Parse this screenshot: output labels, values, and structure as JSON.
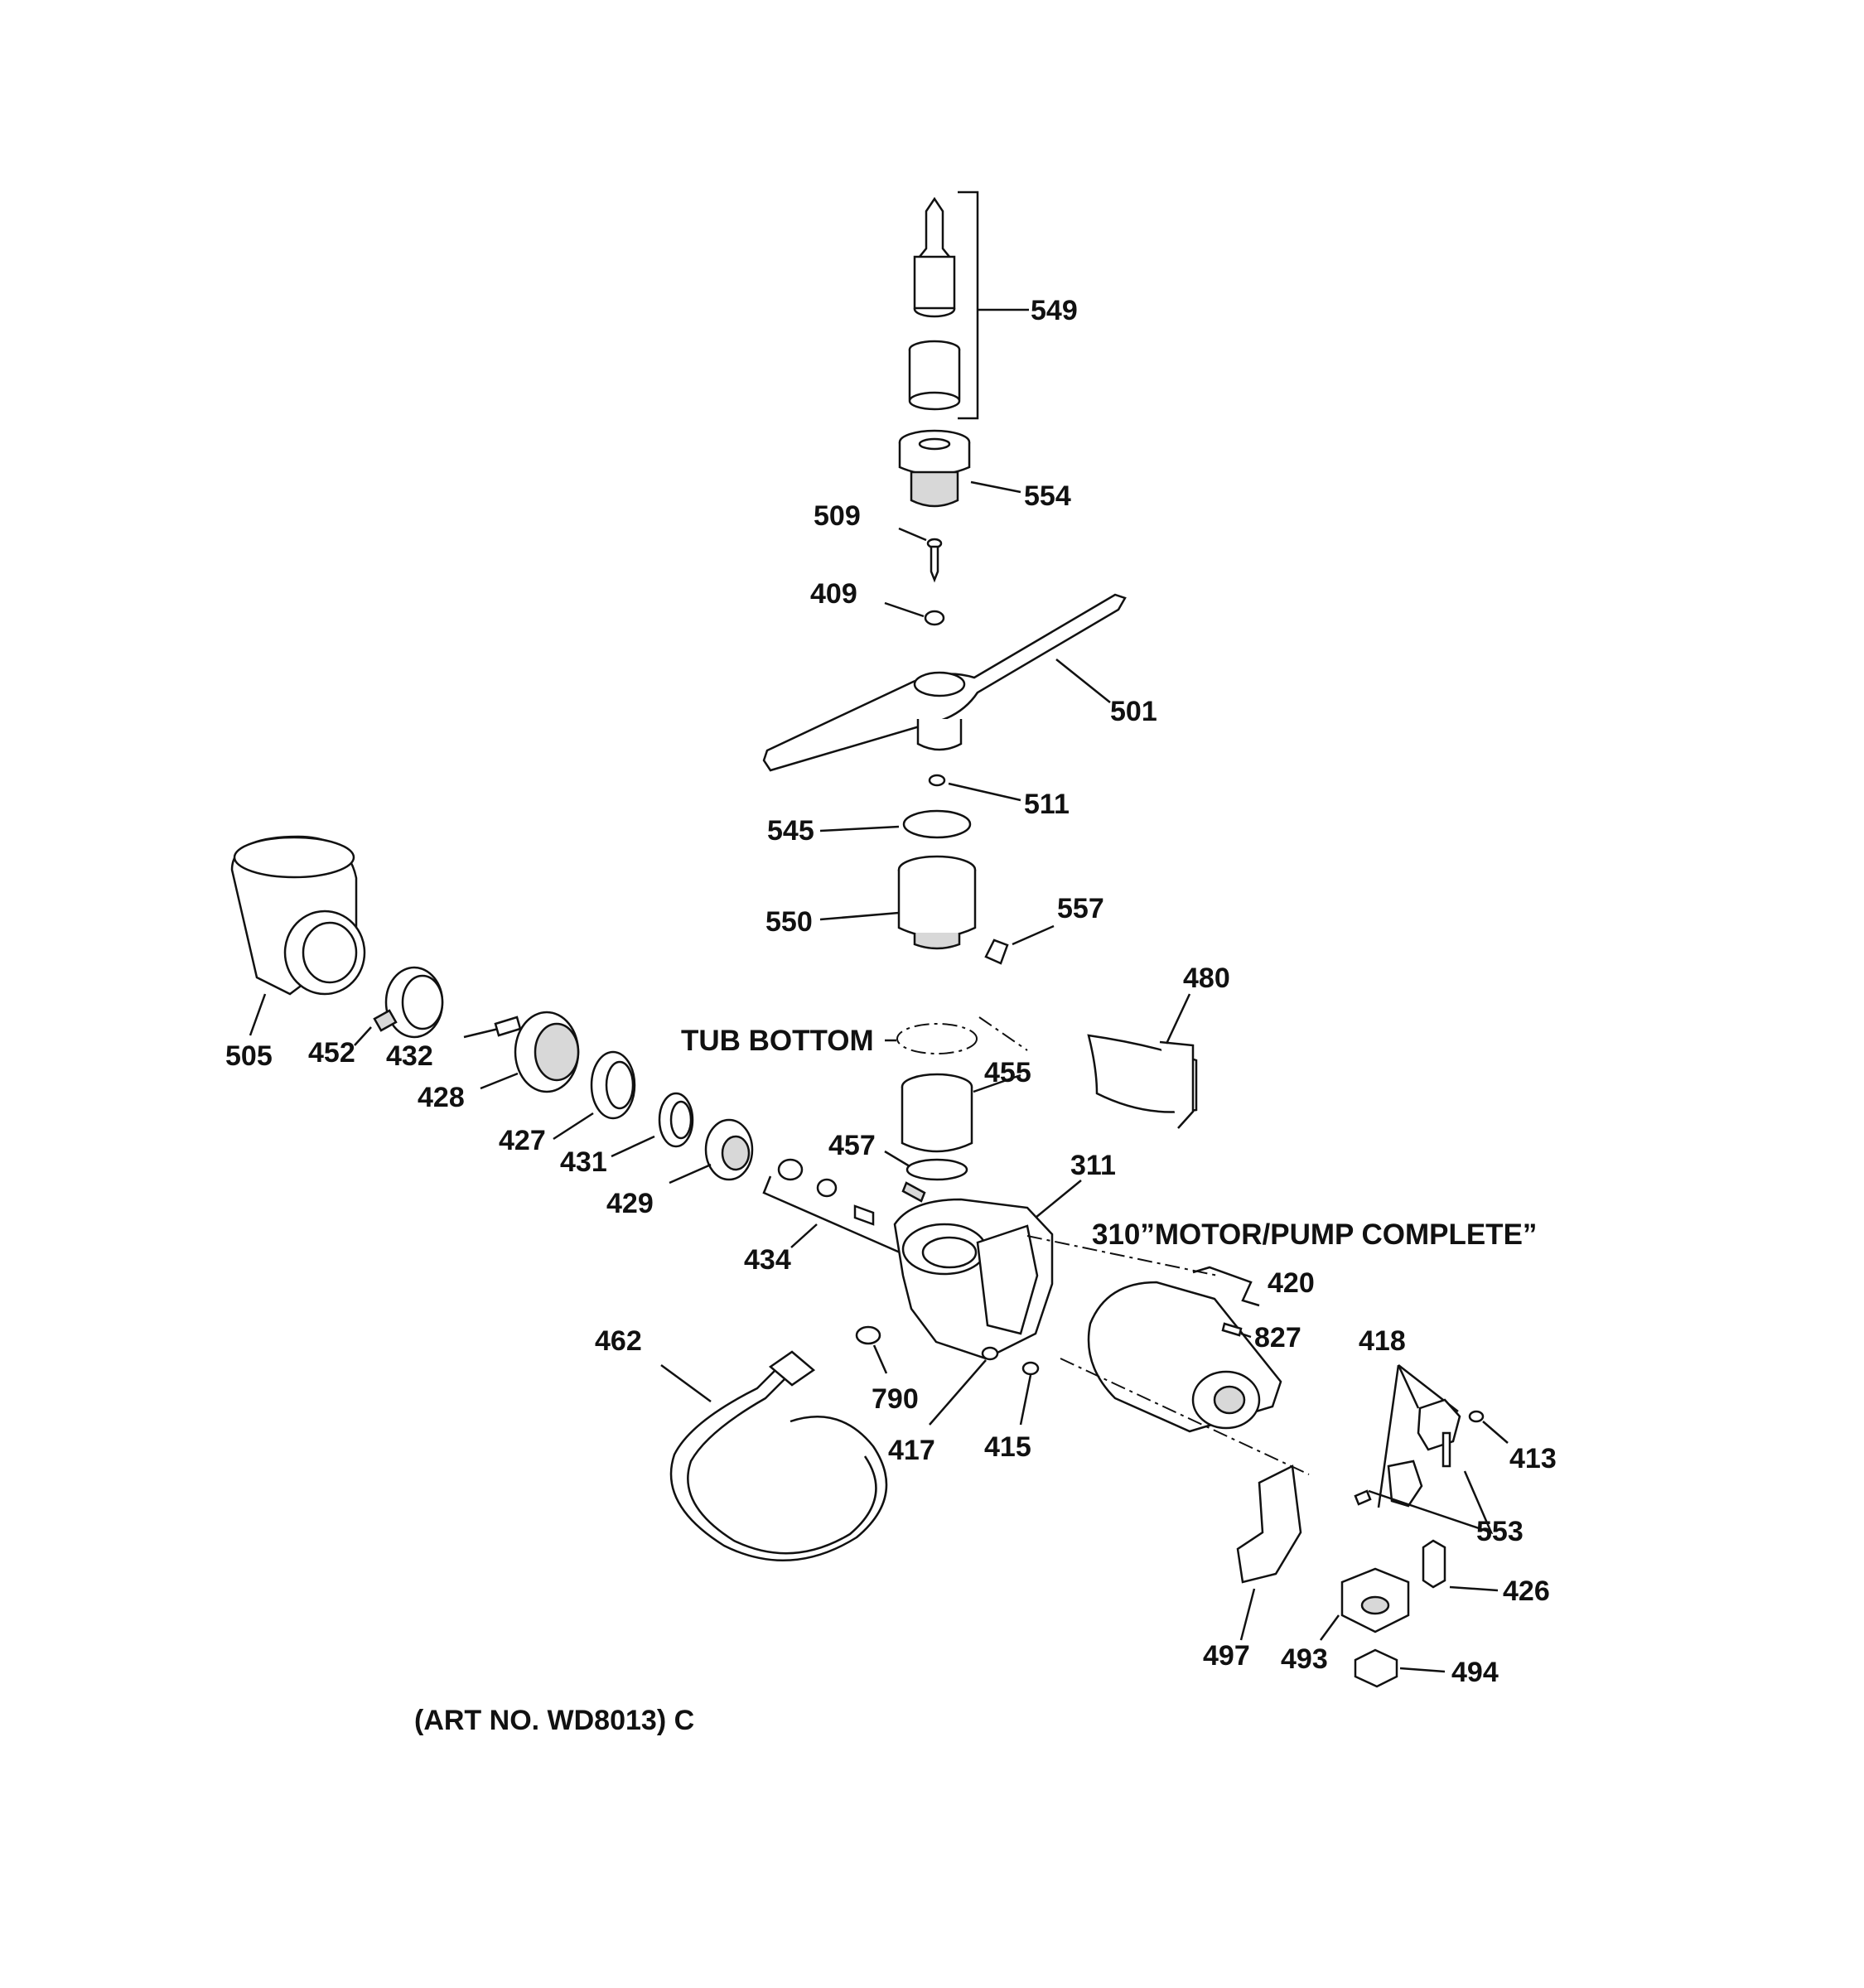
{
  "parts": [
    {
      "id": "549",
      "label": "549"
    },
    {
      "id": "554",
      "label": "554"
    },
    {
      "id": "509",
      "label": "509"
    },
    {
      "id": "409",
      "label": "409"
    },
    {
      "id": "501",
      "label": "501"
    },
    {
      "id": "511",
      "label": "511"
    },
    {
      "id": "545",
      "label": "545"
    },
    {
      "id": "550",
      "label": "550"
    },
    {
      "id": "557",
      "label": "557"
    },
    {
      "id": "480",
      "label": "480"
    },
    {
      "id": "455",
      "label": "455"
    },
    {
      "id": "457",
      "label": "457"
    },
    {
      "id": "311",
      "label": "311"
    },
    {
      "id": "505",
      "label": "505"
    },
    {
      "id": "452",
      "label": "452"
    },
    {
      "id": "432",
      "label": "432"
    },
    {
      "id": "428",
      "label": "428"
    },
    {
      "id": "427",
      "label": "427"
    },
    {
      "id": "431",
      "label": "431"
    },
    {
      "id": "429",
      "label": "429"
    },
    {
      "id": "434",
      "label": "434"
    },
    {
      "id": "420",
      "label": "420"
    },
    {
      "id": "827",
      "label": "827"
    },
    {
      "id": "418",
      "label": "418"
    },
    {
      "id": "413",
      "label": "413"
    },
    {
      "id": "553",
      "label": "553"
    },
    {
      "id": "426",
      "label": "426"
    },
    {
      "id": "494",
      "label": "494"
    },
    {
      "id": "493",
      "label": "493"
    },
    {
      "id": "497",
      "label": "497"
    },
    {
      "id": "462",
      "label": "462"
    },
    {
      "id": "790",
      "label": "790"
    },
    {
      "id": "417",
      "label": "417"
    },
    {
      "id": "415",
      "label": "415"
    }
  ],
  "annotations": {
    "tub_bottom": "TUB BOTTOM",
    "motor_pump": "310”MOTOR/PUMP COMPLETE”",
    "art_no": "(ART NO. WD8013) C"
  }
}
